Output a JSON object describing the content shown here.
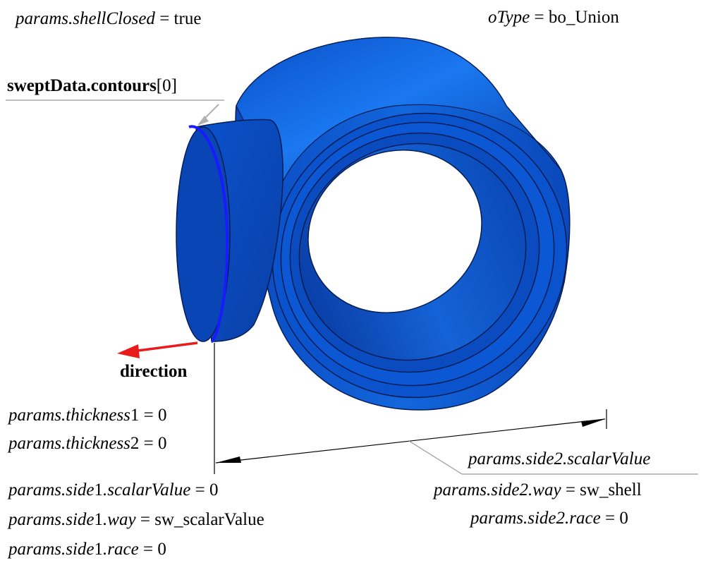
{
  "labels": {
    "shell_closed": {
      "key": "params.shellClosed",
      "eq": " = ",
      "value": "true"
    },
    "otype": {
      "key": "oType",
      "eq": " = ",
      "value": "bo_Union"
    },
    "contours": {
      "key": "sweptData.contours",
      "index": "[0]"
    },
    "direction": "direction",
    "thickness1": {
      "key": "params.thickness",
      "num": "1",
      "eq": " = ",
      "value": "0"
    },
    "thickness2": {
      "key": "params.thickness",
      "num": "2",
      "eq": " = ",
      "value": "0"
    },
    "side2_scalar": {
      "key": "params.side2.scalarValue"
    },
    "side2_way": {
      "key": "params.side2.way",
      "eq": " = ",
      "value": "sw_shell"
    },
    "side2_race": {
      "key": "params.side2.race",
      "eq": " = ",
      "value": "0"
    },
    "side1_scalar": {
      "prefix": "params.side",
      "num": "1",
      "key": ".scalarValue",
      "eq": " = ",
      "value": "0"
    },
    "side1_way": {
      "prefix": "params.side",
      "num": "1",
      "key": ".way",
      "eq": " = ",
      "value": "sw_scalarValue"
    },
    "side1_race": {
      "prefix": "params.side",
      "num": "1",
      "key": ".race",
      "eq": " = ",
      "value": "0"
    }
  },
  "colors": {
    "body": "#0a4fc8",
    "body_dark": "#063a9a",
    "outline": "#021d55",
    "contour": "#1a1aff",
    "direction_arrow": "#e81a1a",
    "leader": "#9a9a9a"
  }
}
